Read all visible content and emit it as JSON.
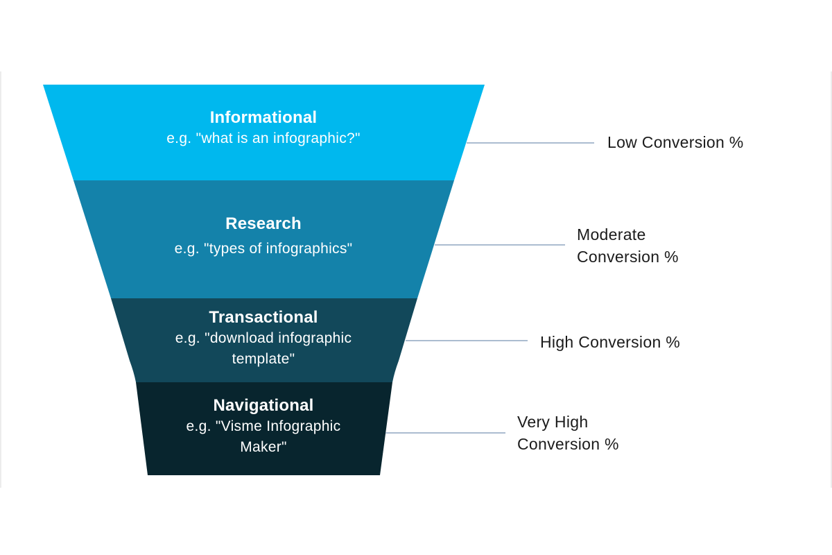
{
  "diagram": {
    "type": "funnel",
    "colors": {
      "connector": "#8fa6c0",
      "label_text": "#1b1b1b",
      "stage_text": "#ffffff"
    },
    "stages": [
      {
        "title": "Informational",
        "example": "e.g. \"what is an infographic?\"",
        "conversion": "Low Conversion %",
        "color": "#00b8ee"
      },
      {
        "title": "Research",
        "example": "e.g. \"types of infographics\"",
        "conversion": "Moderate\nConversion %",
        "color": "#1482aa"
      },
      {
        "title": "Transactional",
        "example": "e.g. \"download infographic\ntemplate\"",
        "conversion": "High Conversion %",
        "color": "#12485a"
      },
      {
        "title": "Navigational",
        "example": "e.g. \"Visme Infographic\nMaker\"",
        "conversion": "Very High\nConversion %",
        "color": "#08252e"
      }
    ]
  }
}
